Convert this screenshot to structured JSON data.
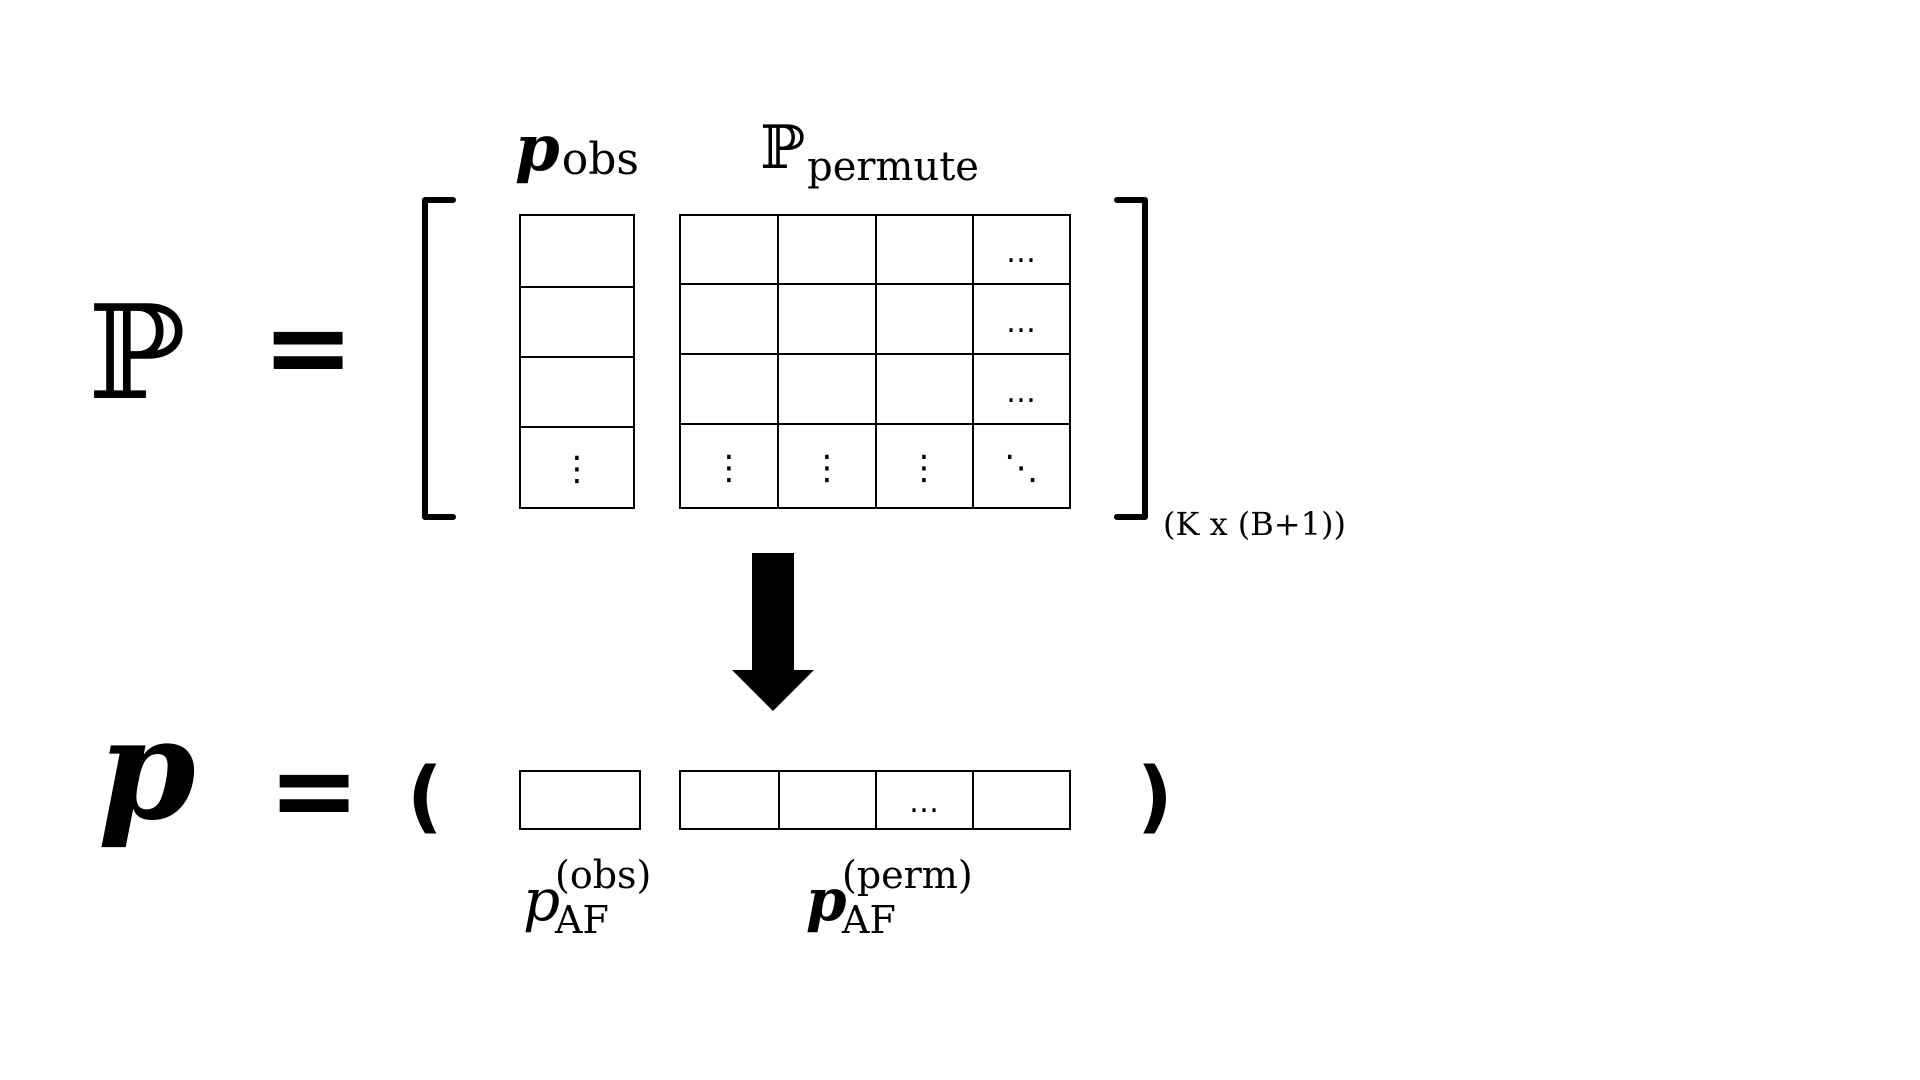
{
  "matrix": {
    "symbol": "ℙ",
    "equals": "=",
    "obs_label_main": "p",
    "obs_label_sub": "obs",
    "perm_label_main": "ℙ",
    "perm_label_sub": "permute",
    "dimension": "(K x (B+1))",
    "obs_column_cells": [
      "",
      "",
      "",
      "⋮"
    ],
    "perm_rows": [
      [
        "",
        "",
        "",
        "…"
      ],
      [
        "",
        "",
        "",
        "…"
      ],
      [
        "",
        "",
        "",
        "…"
      ],
      [
        "⋮",
        "⋮",
        "⋮",
        "⋱"
      ]
    ]
  },
  "vector": {
    "symbol": "p",
    "equals": "=",
    "open_paren": "(",
    "close_paren": ")",
    "obs_cell": "",
    "perm_cells": [
      "",
      "",
      "…",
      ""
    ],
    "obs_label_main": "p",
    "obs_label_sub": "AF",
    "obs_label_sup": "(obs)",
    "perm_label_main": "p",
    "perm_label_sub": "AF",
    "perm_label_sup": "(perm)"
  }
}
